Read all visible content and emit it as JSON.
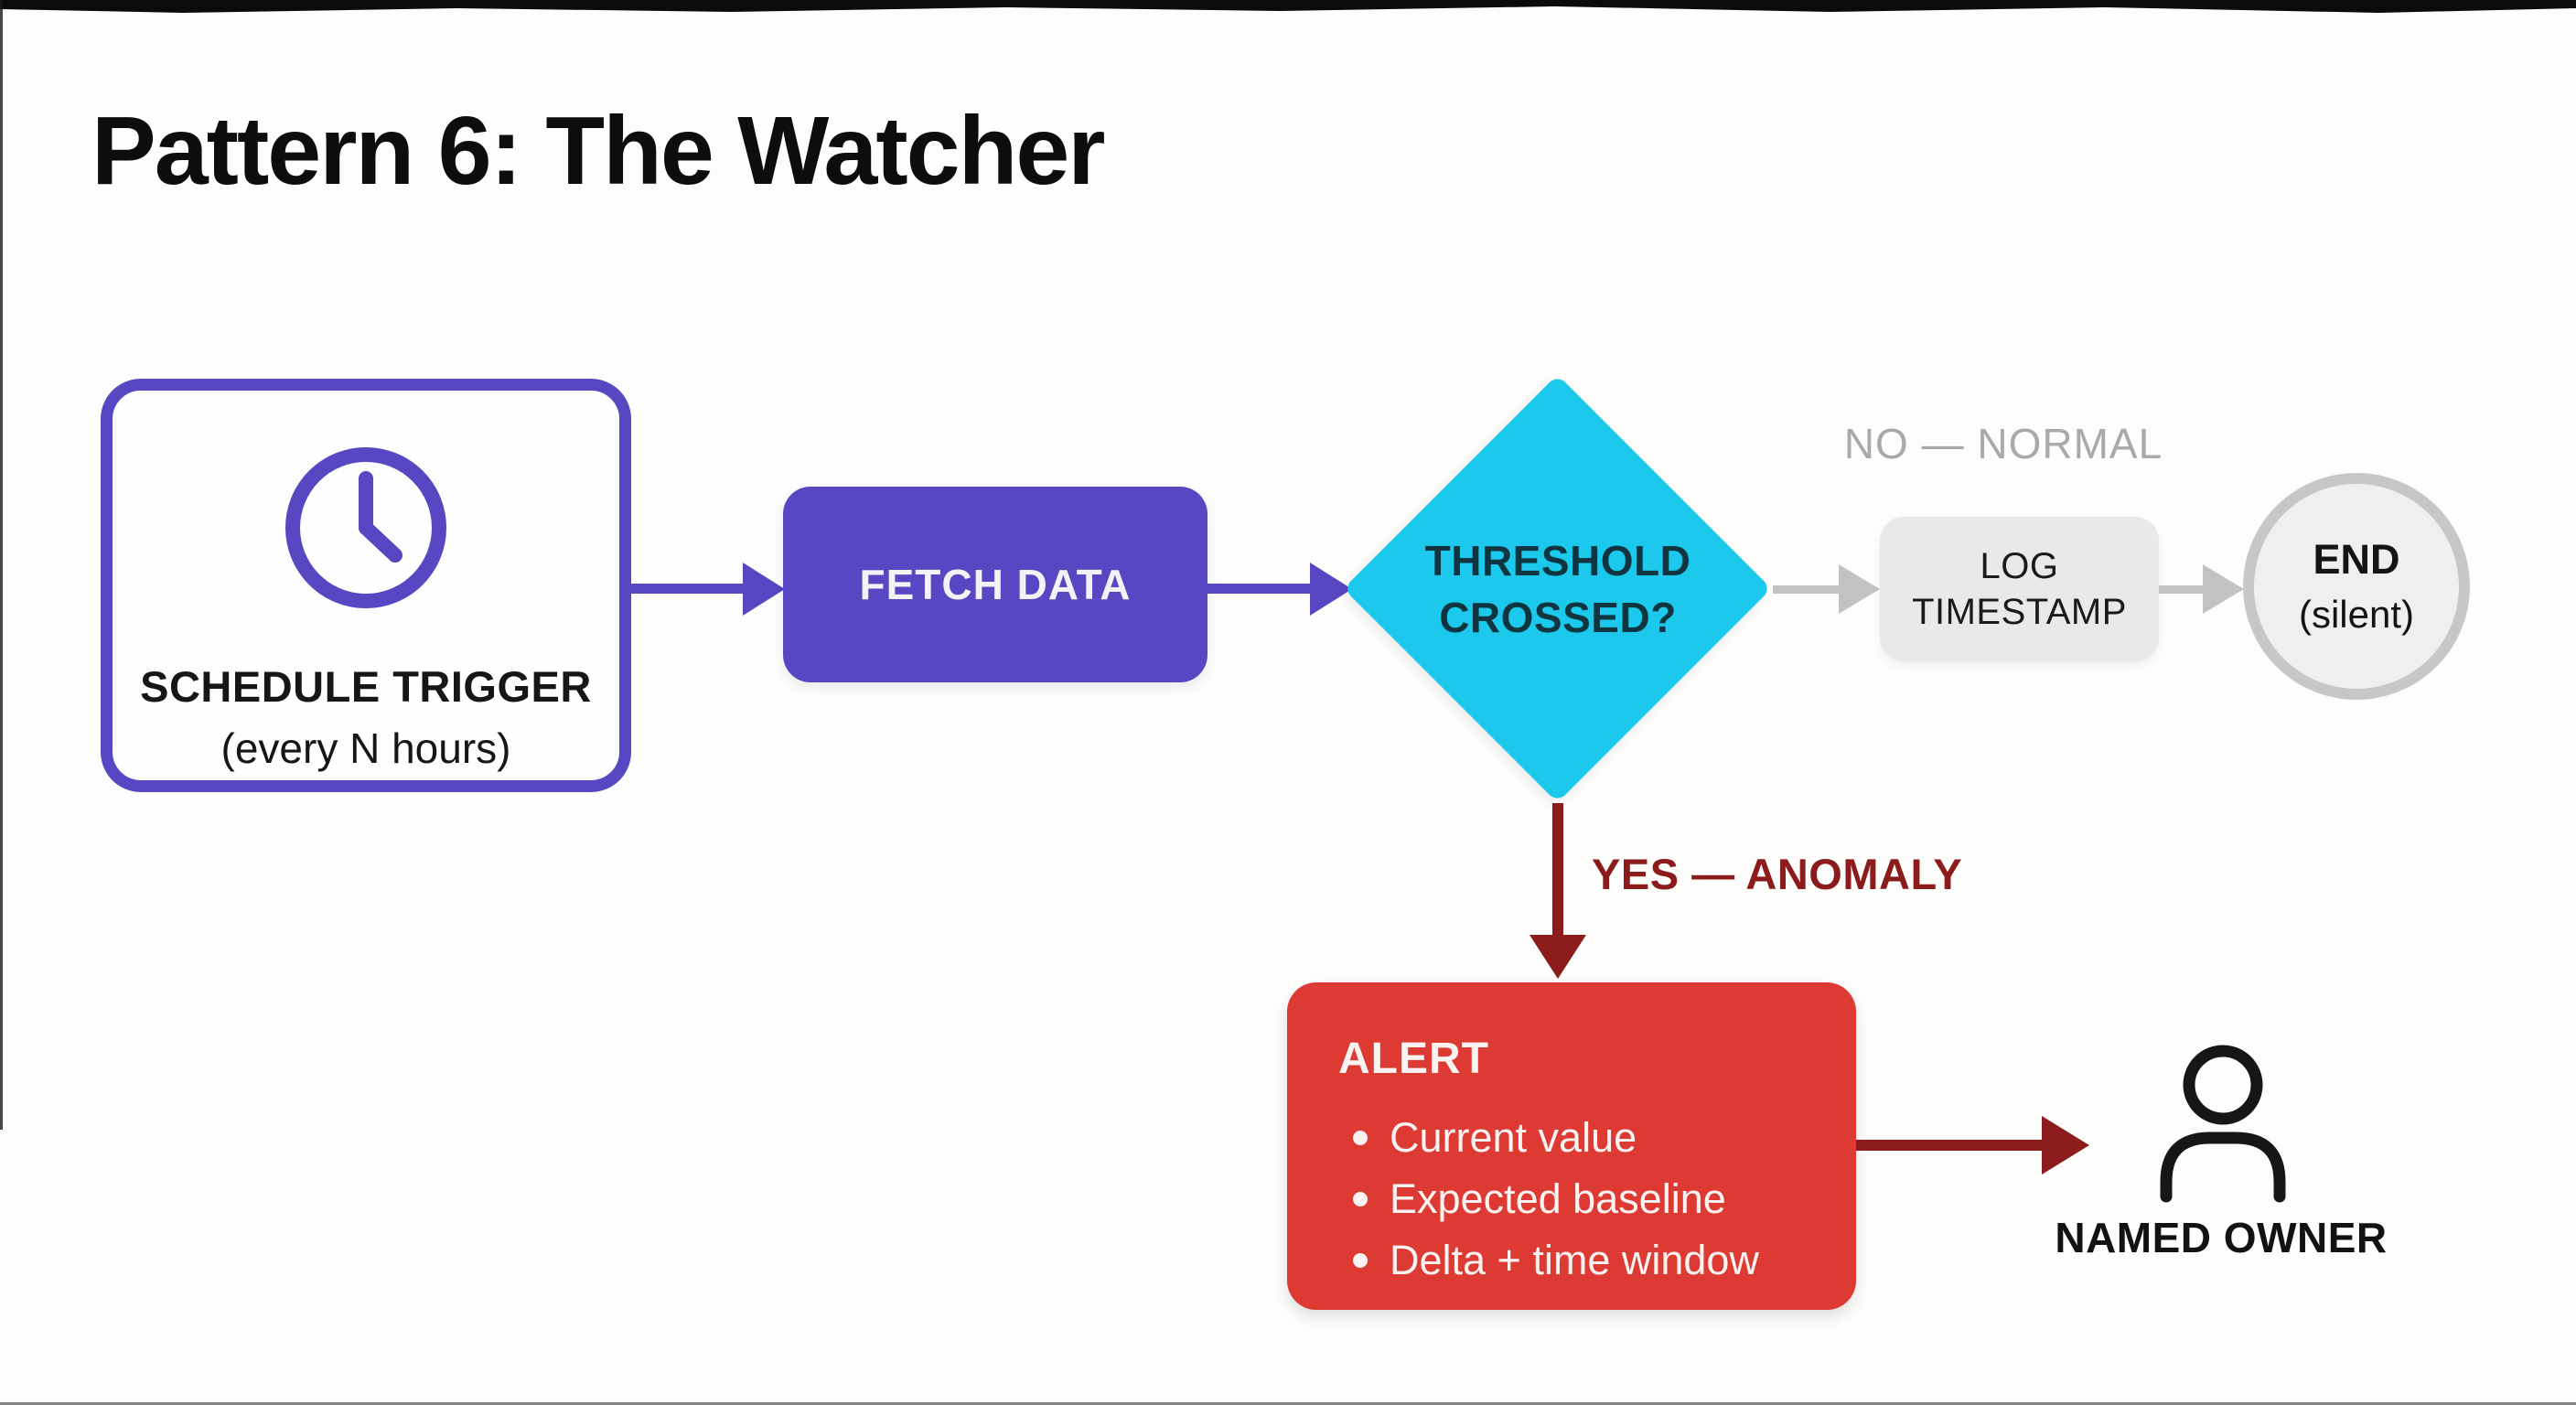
{
  "title": "Pattern 6: The Watcher",
  "colors": {
    "purple": "#5747c2",
    "cyan": "#1cc8ec",
    "red": "#dc3a32",
    "dark-red": "#8c1b1b",
    "gray-label": "#a9a9a9",
    "gray-box": "#e9e9e9",
    "gray-arrow": "#c2c2c2",
    "end-fill": "#efefef",
    "end-border": "#c7c7c7",
    "ink": "#141414",
    "diamond-ink": "#0e3540",
    "background": "#fdfdfc"
  },
  "flow": {
    "schedule": {
      "label": "SCHEDULE TRIGGER",
      "sublabel": "(every N hours)",
      "icon": "clock-icon"
    },
    "fetch": {
      "label": "FETCH DATA"
    },
    "decision": {
      "label_line1": "THRESHOLD",
      "label_line2": "CROSSED?"
    },
    "no_branch": {
      "label": "NO — NORMAL"
    },
    "log": {
      "label_line1": "LOG",
      "label_line2": "TIMESTAMP"
    },
    "end": {
      "label": "END",
      "sublabel": "(silent)"
    },
    "yes_branch": {
      "label": "YES — ANOMALY"
    },
    "alert": {
      "title": "ALERT",
      "items": [
        "Current value",
        "Expected baseline",
        "Delta + time window"
      ]
    },
    "owner": {
      "label": "NAMED OWNER",
      "icon": "person-icon"
    }
  }
}
